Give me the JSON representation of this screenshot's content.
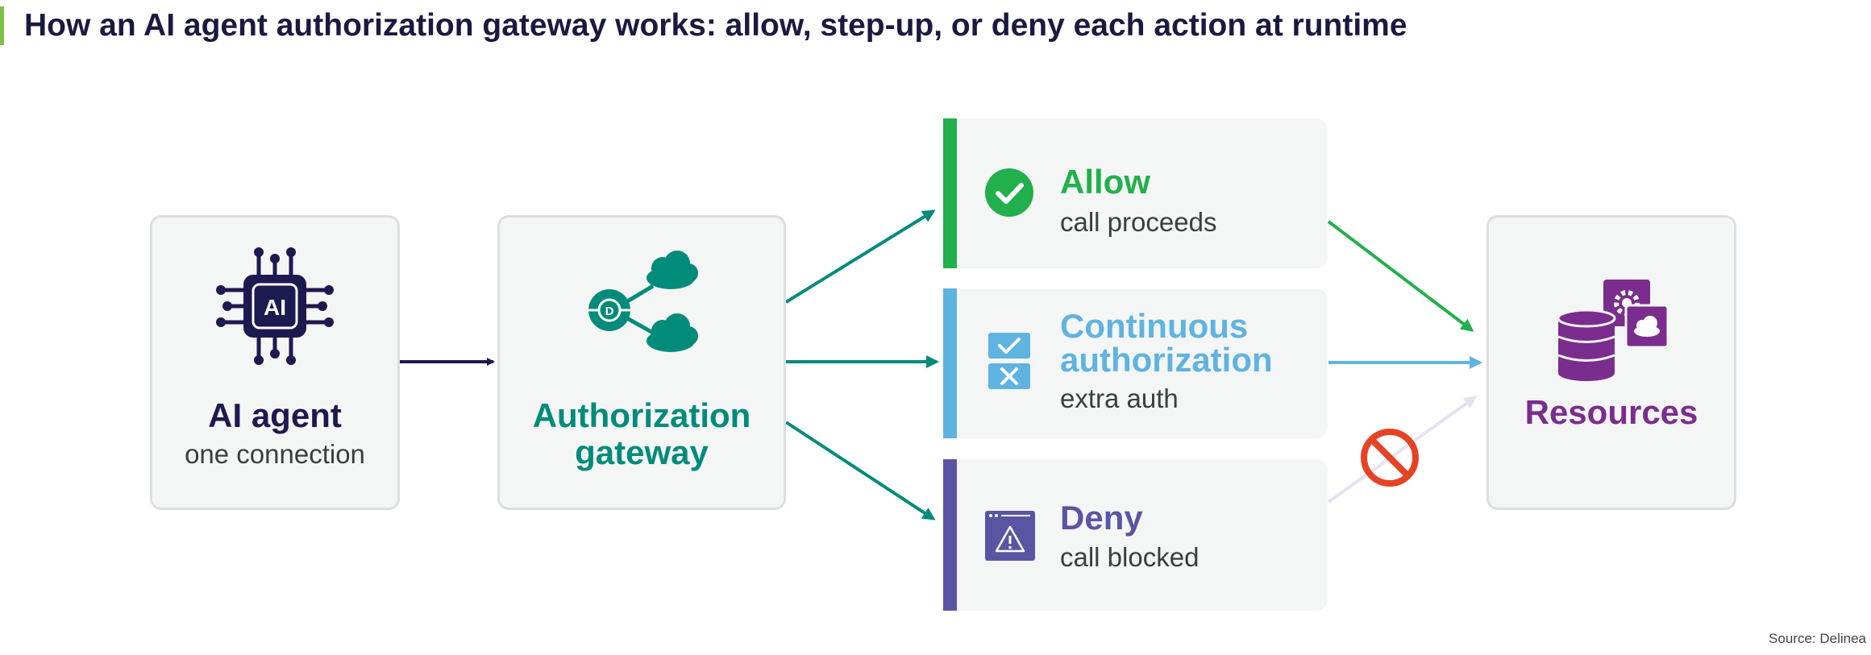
{
  "title": "How an AI agent authorization gateway works: allow, step-up, or deny each action at runtime",
  "agent": {
    "chip_text": "AI",
    "title": "AI agent",
    "subtitle": "one connection"
  },
  "gateway": {
    "line1": "Authorization",
    "line2": "gateway",
    "logo_letter": "D"
  },
  "outcomes": {
    "allow": {
      "title": "Allow",
      "subtitle": "call proceeds"
    },
    "continuous": {
      "title_line1": "Continuous",
      "title_line2": "authorization",
      "subtitle": "extra auth"
    },
    "deny": {
      "title": "Deny",
      "subtitle": "call blocked"
    }
  },
  "resources": {
    "title": "Resources"
  },
  "source": "Source: Delinea",
  "colors": {
    "navy": "#1d1a4f",
    "teal": "#008b7a",
    "green": "#21b04b",
    "blue": "#5fb3e0",
    "purple": "#5a55a3",
    "magenta": "#7b2d8e",
    "red": "#e64325",
    "faded": "#e4e2f0"
  }
}
